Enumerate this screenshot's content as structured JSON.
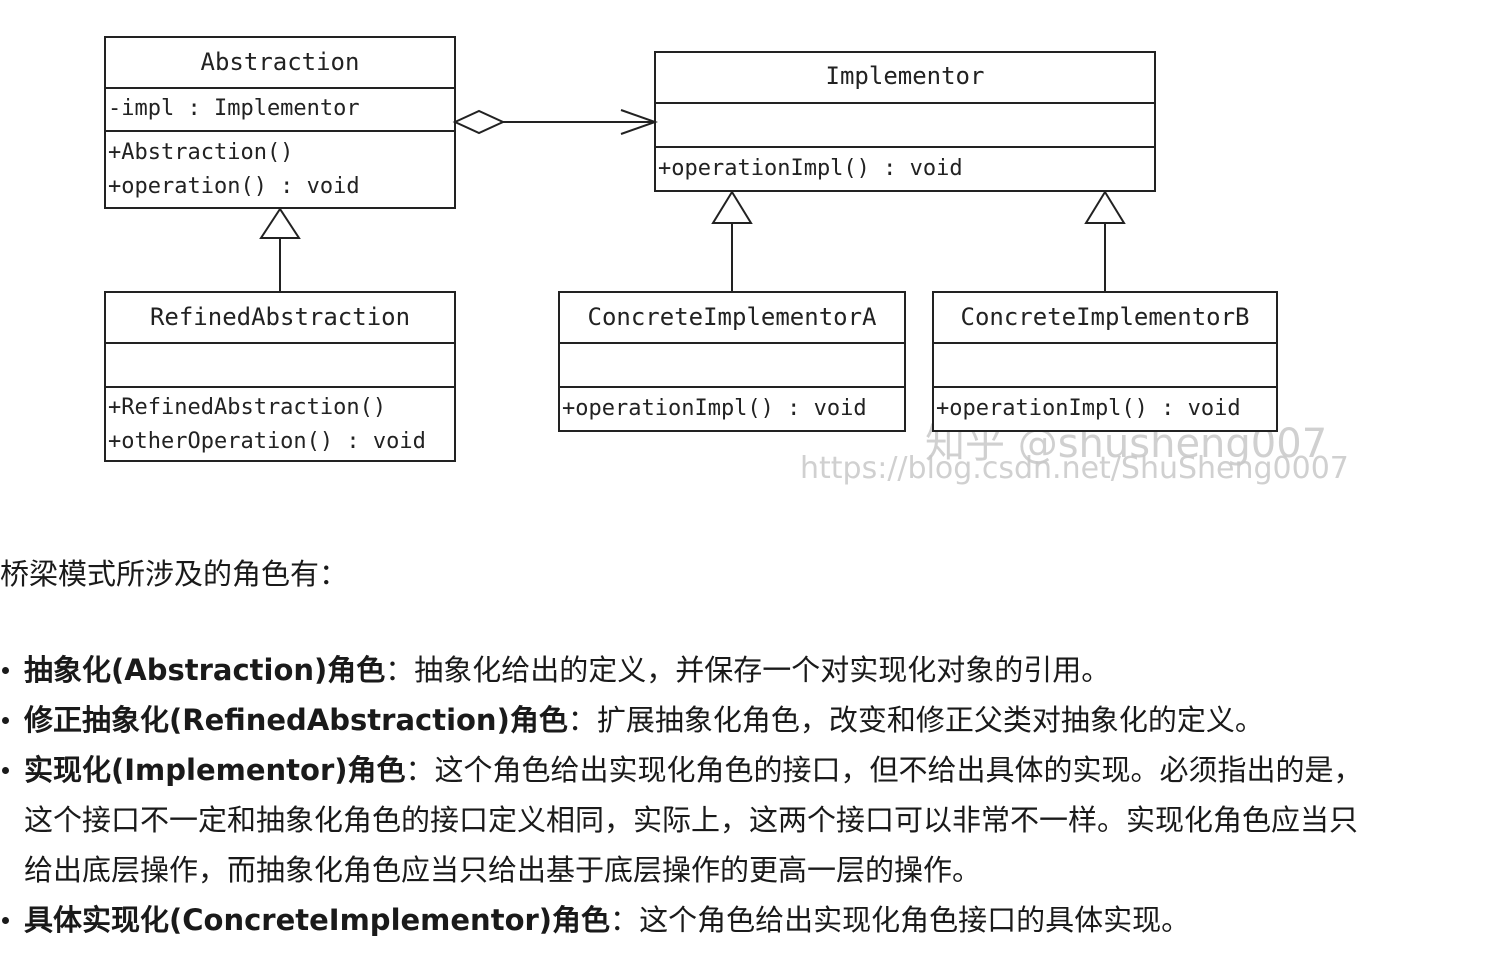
{
  "diagram": {
    "classes": {
      "abstraction": {
        "name": "Abstraction",
        "attributes": [
          "-impl : Implementor"
        ],
        "methods": [
          "+Abstraction()",
          "+operation() : void"
        ]
      },
      "implementor": {
        "name": "Implementor",
        "attributes": [],
        "methods": [
          "+operationImpl() : void"
        ]
      },
      "refined_abstraction": {
        "name": "RefinedAbstraction",
        "attributes": [],
        "methods": [
          "+RefinedAbstraction()",
          "+otherOperation() : void"
        ]
      },
      "concrete_a": {
        "name": "ConcreteImplementorA",
        "attributes": [],
        "methods": [
          "+operationImpl() : void"
        ]
      },
      "concrete_b": {
        "name": "ConcreteImplementorB",
        "attributes": [],
        "methods": [
          "+operationImpl() : void"
        ]
      }
    },
    "relations": [
      {
        "type": "aggregation",
        "from": "abstraction",
        "to": "implementor"
      },
      {
        "type": "inheritance",
        "from": "refined_abstraction",
        "to": "abstraction"
      },
      {
        "type": "inheritance",
        "from": "concrete_a",
        "to": "implementor"
      },
      {
        "type": "inheritance",
        "from": "concrete_b",
        "to": "implementor"
      }
    ],
    "watermark": {
      "primary": "知乎 @shusheng007",
      "secondary": "https://blog.csdn.net/ShuSheng0007"
    }
  },
  "text": {
    "intro": "桥梁模式所涉及的角色有：",
    "roles": [
      {
        "term": "抽象化(Abstraction)角色",
        "sep": "：",
        "desc": "抽象化给出的定义，并保存一个对实现化对象的引用。"
      },
      {
        "term": "修正抽象化(RefinedAbstraction)角色",
        "sep": "：",
        "desc": "扩展抽象化角色，改变和修正父类对抽象化的定义。"
      },
      {
        "term": "实现化(Implementor)角色",
        "sep": "：",
        "desc": "这个角色给出实现化角色的接口，但不给出具体的实现。必须指出的是，这个接口不一定和抽象化角色的接口定义相同，实际上，这两个接口可以非常不一样。实现化角色应当只给出底层操作，而抽象化角色应当只给出基于底层操作的更高一层的操作。"
      },
      {
        "term": "具体实现化(ConcreteImplementor)角色",
        "sep": "：",
        "desc": "这个角色给出实现化角色接口的具体实现。"
      }
    ]
  }
}
